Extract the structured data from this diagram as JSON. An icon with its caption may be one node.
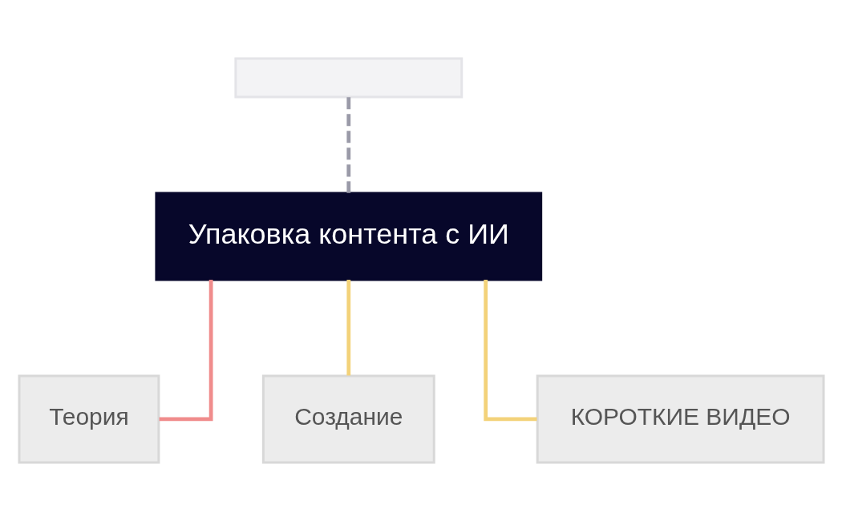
{
  "diagram": {
    "nodes": [
      {
        "text": [],
        "shape": "box"
      },
      {
        "text": [
          "Упаковка контента с ИИ"
        ]
      },
      {
        "text": [
          "Теория"
        ]
      },
      {
        "text": [
          "Создание"
        ]
      },
      {
        "text": [
          "КОРОТКИЕ ВИДЕО"
        ]
      }
    ],
    "edges": [
      {
        "from": 0,
        "to": 1,
        "arrow": "none",
        "style": "dashed",
        "color": "#9a9aa8"
      },
      {
        "from": 1,
        "to": 2,
        "arrow": "none",
        "color": "#f08c8c"
      },
      {
        "from": 1,
        "to": 3,
        "arrow": "none"
      },
      {
        "from": 1,
        "to": 4,
        "arrow": "none"
      }
    ]
  }
}
